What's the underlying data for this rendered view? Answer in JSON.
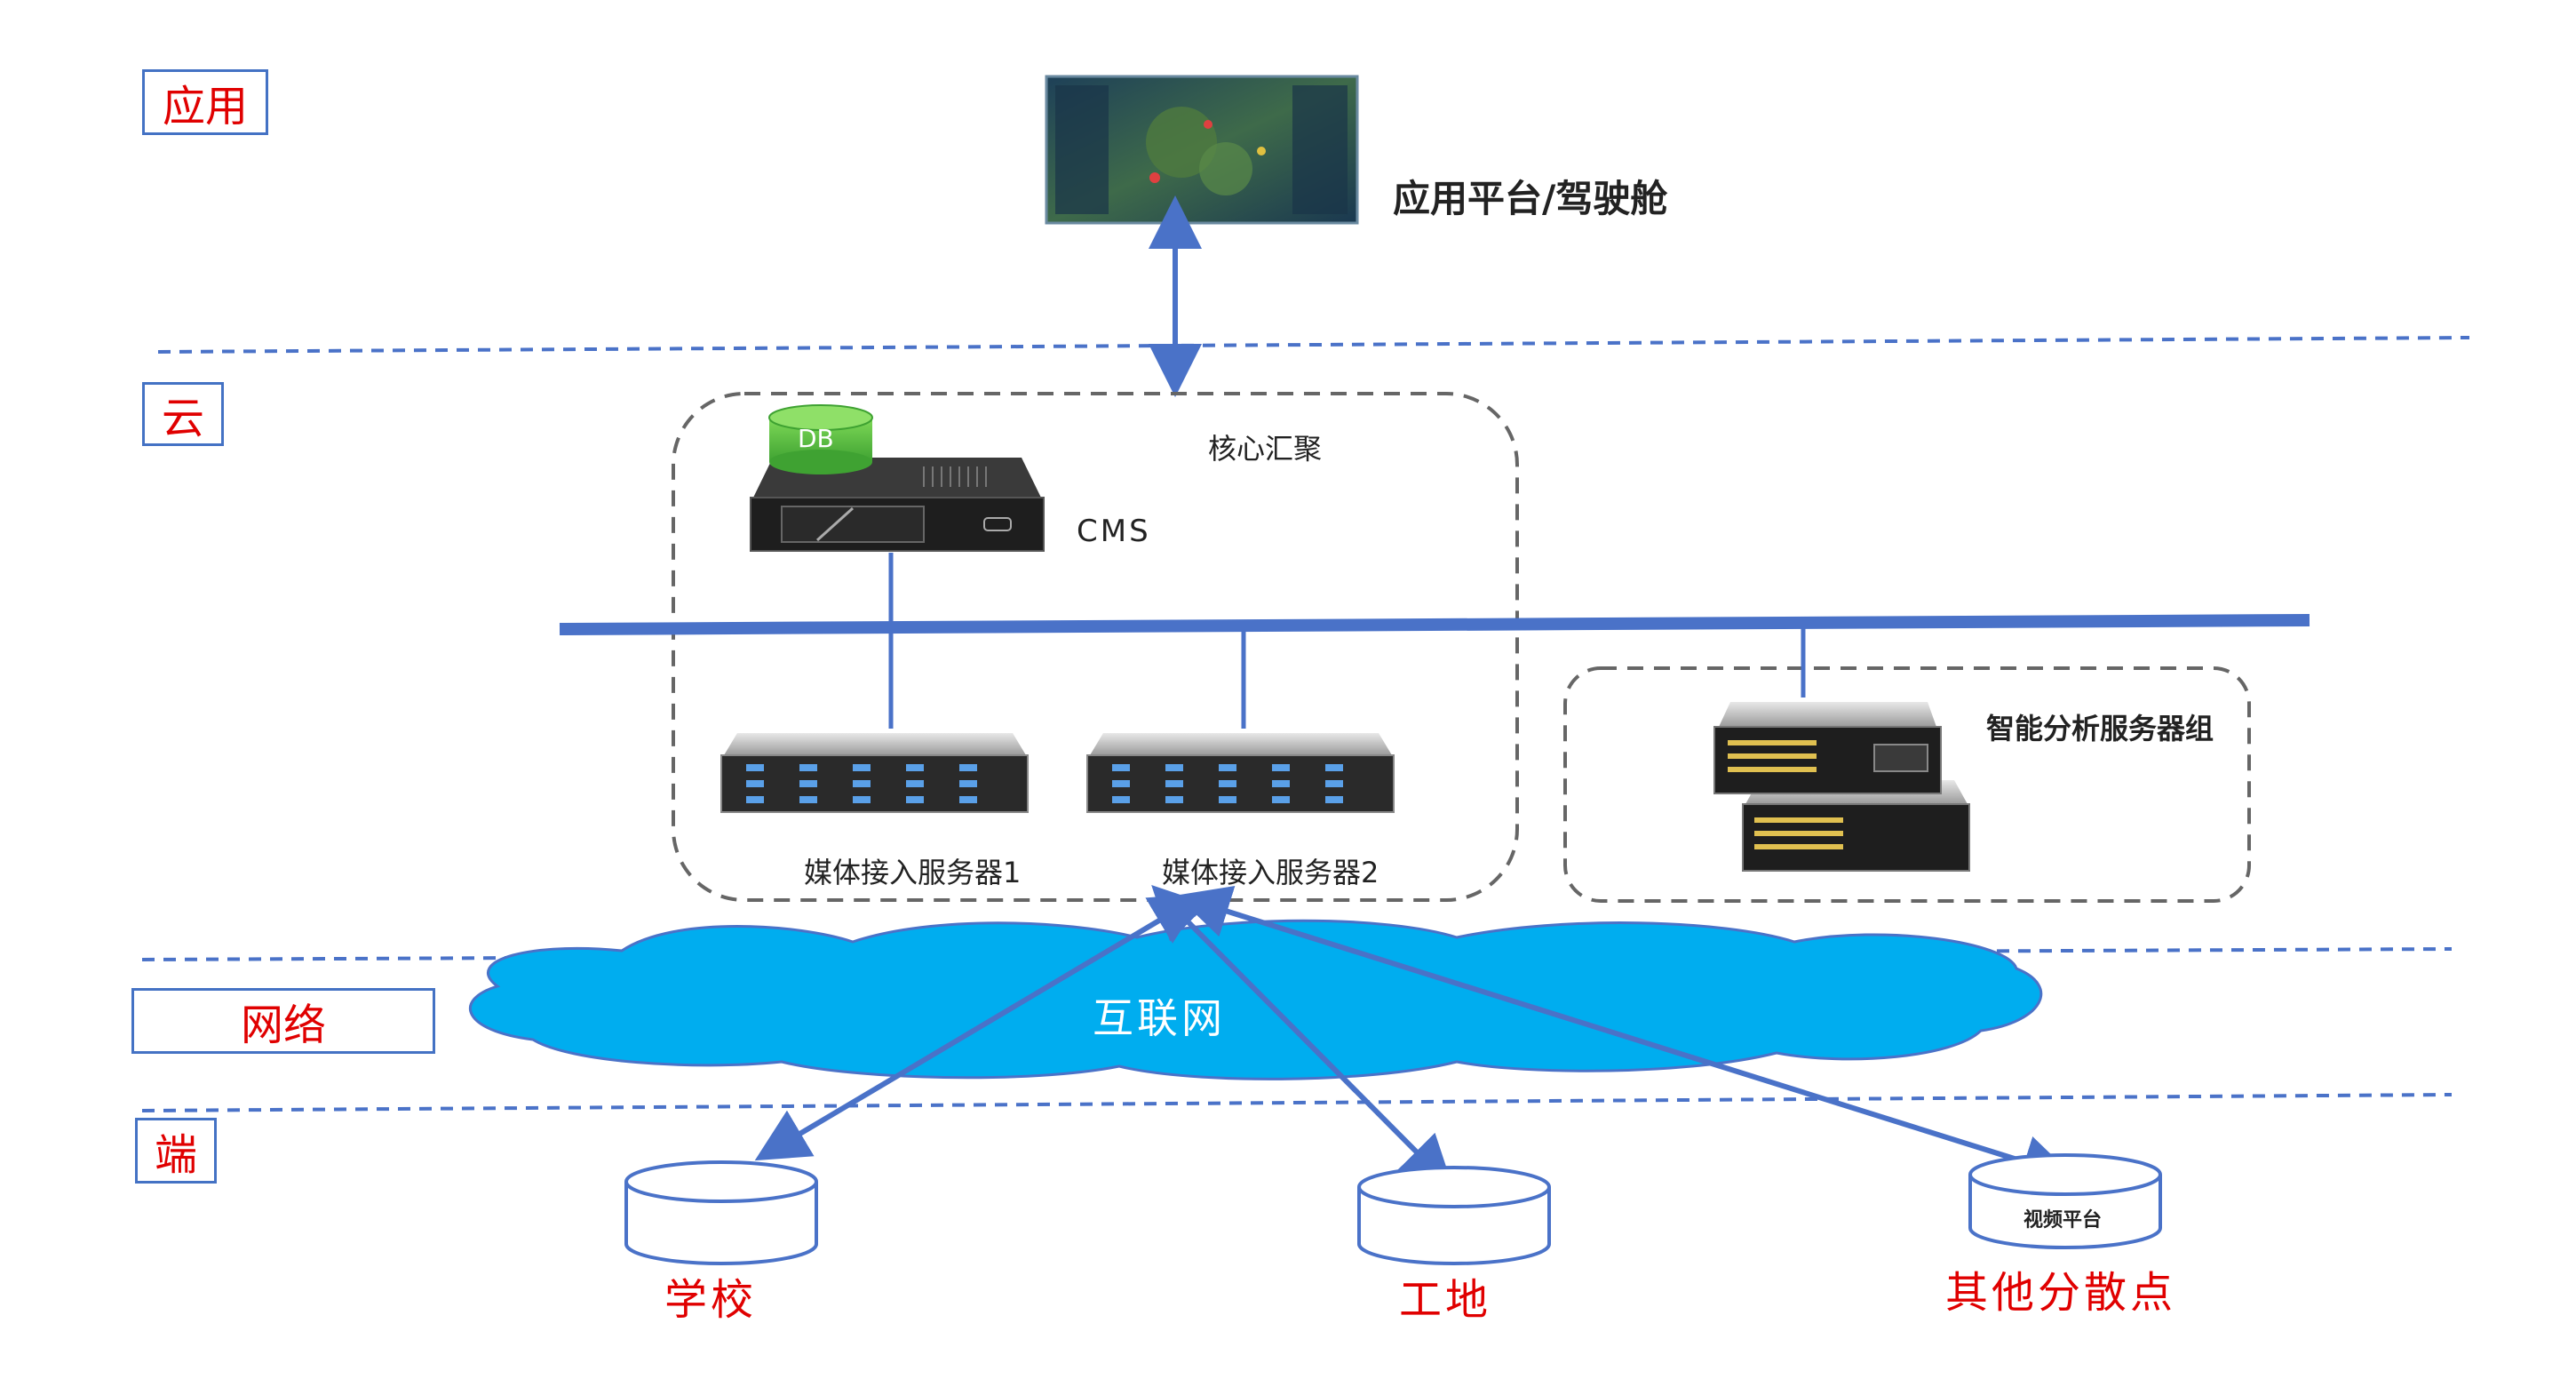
{
  "layers": {
    "app": "应用",
    "cloud": "云",
    "network": "网络",
    "edge": "端"
  },
  "app_platform_label": "应用平台/驾驶舱",
  "core_group_label": "核心汇聚",
  "db_label": "DB",
  "cms_label": "CMS",
  "media_server_1": "媒体接入服务器1",
  "media_server_2": "媒体接入服务器2",
  "ai_group_label": "智能分析服务器组",
  "internet_label": "互联网",
  "endpoints": {
    "school": "学校",
    "site": "工地",
    "others": "其他分散点",
    "video_platform": "视频平台"
  },
  "colors": {
    "layer_text": "#e00000",
    "layer_border": "#4472c4",
    "arrow": "#4a72c8",
    "cloud_fill": "#00adef",
    "bus": "#4a72c8"
  }
}
